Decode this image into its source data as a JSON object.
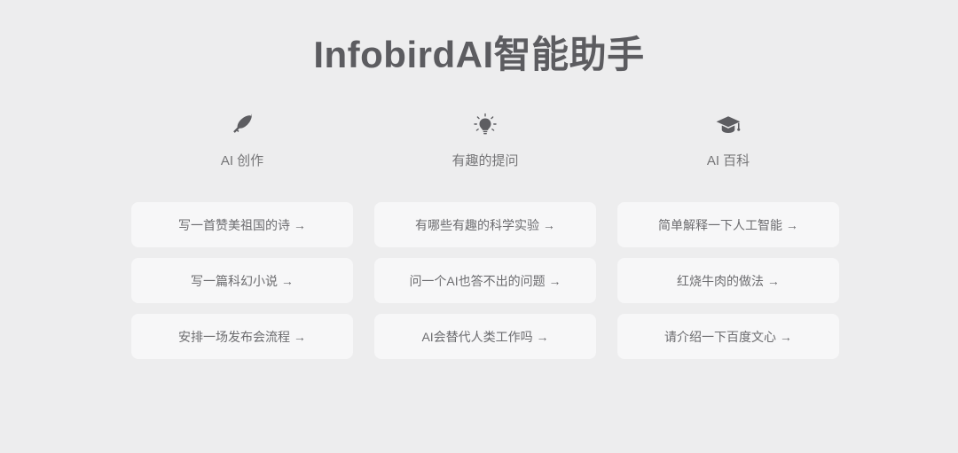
{
  "header": {
    "title": "InfobirdAI智能助手"
  },
  "theme": {
    "background": "#ededee",
    "card_background": "#f7f7f8",
    "title_color": "#5c5c60",
    "label_color": "#757577",
    "card_text_color": "#6c6c6f",
    "icon_color": "#5d5d61"
  },
  "columns": [
    {
      "icon": "feather-icon",
      "label": "AI 创作",
      "cards": [
        {
          "text": "写一首赞美祖国的诗 →"
        },
        {
          "text": "写一篇科幻小说 →"
        },
        {
          "text": "安排一场发布会流程 →"
        }
      ]
    },
    {
      "icon": "lightbulb-icon",
      "label": "有趣的提问",
      "cards": [
        {
          "text": "有哪些有趣的科学实验 →"
        },
        {
          "text": "问一个AI也答不出的问题 →"
        },
        {
          "text": "AI会替代人类工作吗 →"
        }
      ]
    },
    {
      "icon": "graduation-cap-icon",
      "label": "AI 百科",
      "cards": [
        {
          "text": "简单解释一下人工智能 →"
        },
        {
          "text": "红烧牛肉的做法 →"
        },
        {
          "text": "请介绍一下百度文心 →"
        }
      ]
    }
  ]
}
